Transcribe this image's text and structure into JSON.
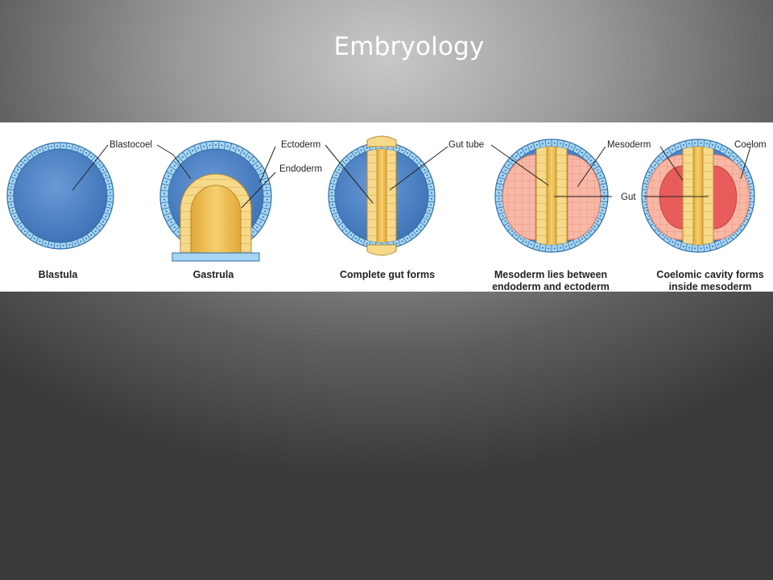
{
  "slide": {
    "title": "Embryology"
  },
  "colors": {
    "ectoderm_cells": "#9fd0f0",
    "cell_border": "#2f6ea8",
    "blastocoel": "#4f86c6",
    "endoderm": "#f3d27a",
    "gut_lumen": "#e9b64a",
    "mesoderm": "#f7b5a3",
    "coelom": "#ea5d5d"
  },
  "diagram": {
    "labels": {
      "blastocoel": "Blastocoel",
      "ectoderm": "Ectoderm",
      "endoderm": "Endoderm",
      "gut_tube": "Gut tube",
      "mesoderm": "Mesoderm",
      "gut": "Gut",
      "coelom": "Coelom"
    },
    "captions": {
      "blastula": "Blastula",
      "gastrula": "Gastrula",
      "complete_gut": "Complete gut forms",
      "mesoderm_line1": "Mesoderm lies between",
      "mesoderm_line2": "endoderm and ectoderm",
      "coelomic_line1": "Coelomic cavity forms",
      "coelomic_line2": "inside mesoderm"
    }
  }
}
